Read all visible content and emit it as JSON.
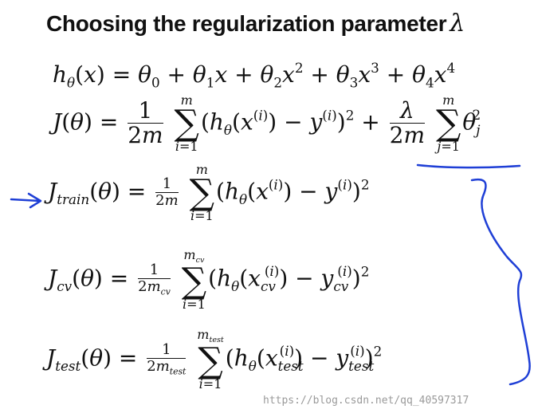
{
  "title": {
    "text": "Choosing the regularization parameter",
    "symbol": "λ"
  },
  "watermark": "https://blog.csdn.net/qq_40597317",
  "annotation_color": "#1f3fd6",
  "equations": {
    "hypothesis": "hθ(x) = θ0 + θ1x + θ2x² + θ3x³ + θ4x⁴",
    "cost": "J(θ) = 1/(2m) Σ_{i=1}^{m} (hθ(x^(i)) − y^(i))² + λ/(2m) Σ_{j=1}^{m} θj²",
    "train": "Jtrain(θ) = 1/(2m) Σ_{i=1}^{m} (hθ(x^(i)) − y^(i))²",
    "cv": "Jcv(θ) = 1/(2mcv) Σ_{i=1}^{mcv} (hθ(xcv^(i)) − ycv^(i))²",
    "test": "Jtest(θ) = 1/(2mtest) Σ_{i=1}^{mtest} (hθ(xtest^(i)) − ytest^(i))²"
  }
}
